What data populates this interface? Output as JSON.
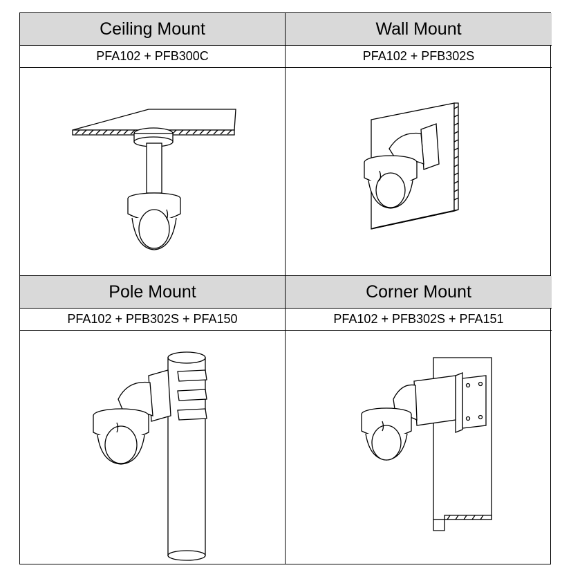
{
  "mounts": [
    {
      "title": "Ceiling Mount",
      "models": "PFA102 + PFB300C"
    },
    {
      "title": "Wall Mount",
      "models": "PFA102 + PFB302S"
    },
    {
      "title": "Pole Mount",
      "models": "PFA102 + PFB302S + PFA150"
    },
    {
      "title": "Corner Mount",
      "models": "PFA102 + PFB302S + PFA151"
    }
  ],
  "colors": {
    "header_bg": "#d9d9d9",
    "line": "#000000"
  }
}
